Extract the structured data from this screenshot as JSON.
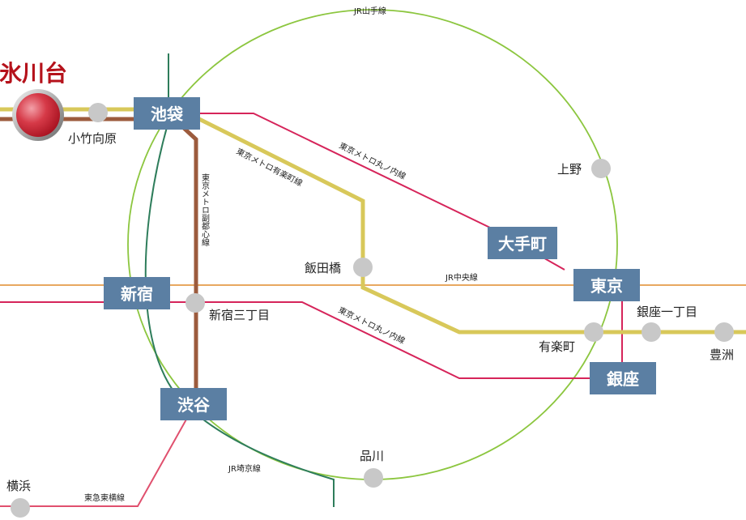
{
  "home": {
    "label": "氷川台"
  },
  "hubs": {
    "ikebukuro": "池袋",
    "shinjuku": "新宿",
    "shibuya": "渋谷",
    "otemachi": "大手町",
    "tokyo": "東京",
    "ginza": "銀座"
  },
  "stations": {
    "kotakemukaihara": "小竹向原",
    "ueno": "上野",
    "iidabashi": "飯田橋",
    "shinjuku_sanchome": "新宿三丁目",
    "yurakucho": "有楽町",
    "ginza_itchome": "銀座一丁目",
    "toyosu": "豊洲",
    "shinagawa": "品川",
    "yokohama": "横浜"
  },
  "lines": {
    "yamanote": "JR山手線",
    "marunouchi_north": "東京メトロ丸ノ内線",
    "yurakucho": "東京メトロ有楽町線",
    "fukutoshin": "東京メトロ副都心線",
    "chuo": "JR中央線",
    "marunouchi_south": "東京メトロ丸ノ内線",
    "saikyo": "JR埼京線",
    "toyoko": "東急東横線"
  },
  "colors": {
    "yamanote": "#8cc63f",
    "marunouchi": "#d6245a",
    "yurakucho": "#d8c85a",
    "fukutoshin": "#9c5b3d",
    "chuo": "#e8a860",
    "saikyo": "#2e7d5b",
    "toyoko": "#e0506e",
    "hub": "#5b7fa3",
    "station": "#c8c8c8",
    "home": "#c8102e"
  }
}
